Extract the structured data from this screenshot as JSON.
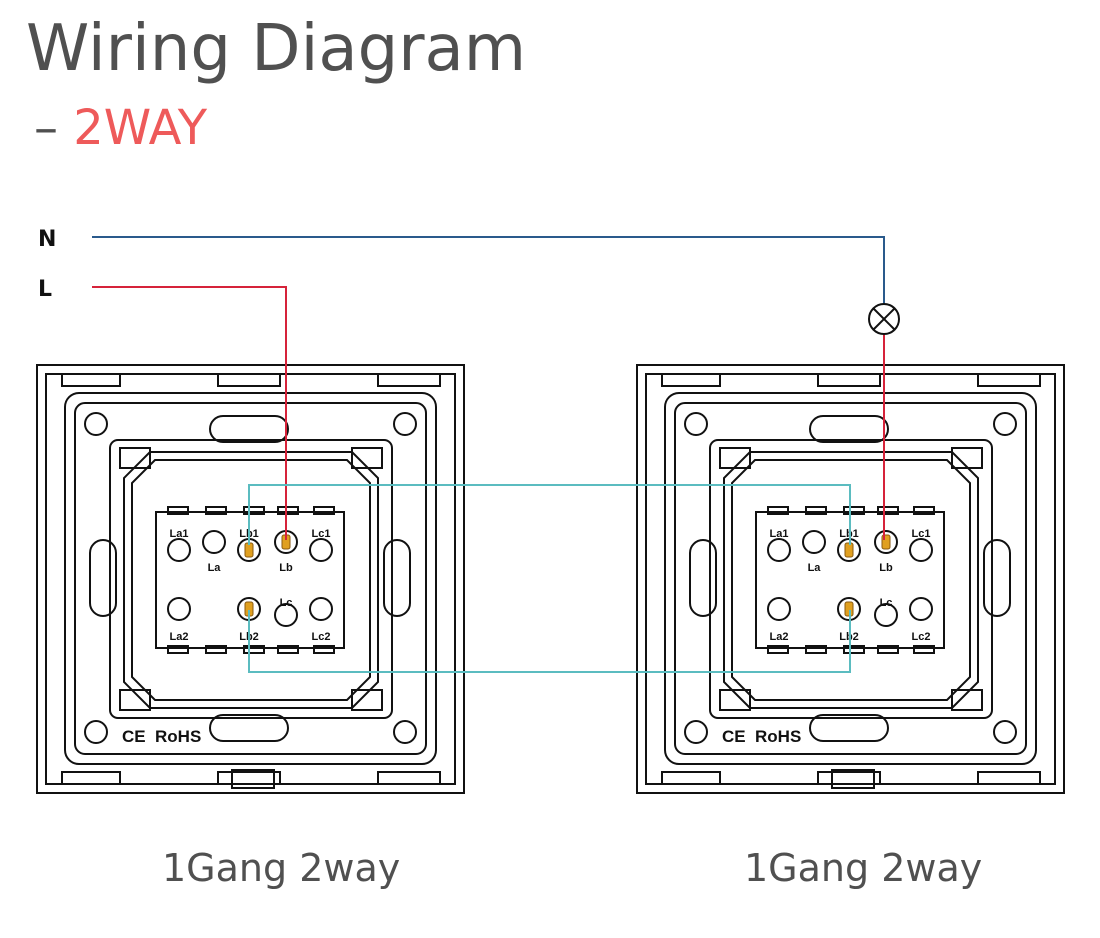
{
  "title": "Wiring Diagram",
  "subtitle": {
    "dash": "–",
    "text": "2WAY"
  },
  "lines": {
    "neutral": "N",
    "live": "L"
  },
  "switch_terminals": {
    "La1": "La1",
    "La": "La",
    "Lb1": "Lb1",
    "Lb": "Lb",
    "Lc1": "Lc1",
    "La2": "La2",
    "Lb2": "Lb2",
    "Lc": "Lc",
    "Lc2": "Lc2"
  },
  "marks": {
    "ce": "CE",
    "rohs": "RoHS"
  },
  "switches": [
    {
      "caption": "1Gang 2way"
    },
    {
      "caption": "1Gang 2way"
    }
  ],
  "colors": {
    "neutral_wire": "#2a5a8c",
    "live_wire": "#d6233a",
    "traveler_wire": "#5bbcc0",
    "subtitle_accent": "#ee5a5a",
    "terminal_connected": "#e0a020"
  },
  "icons": {
    "lamp": "lamp-icon"
  }
}
